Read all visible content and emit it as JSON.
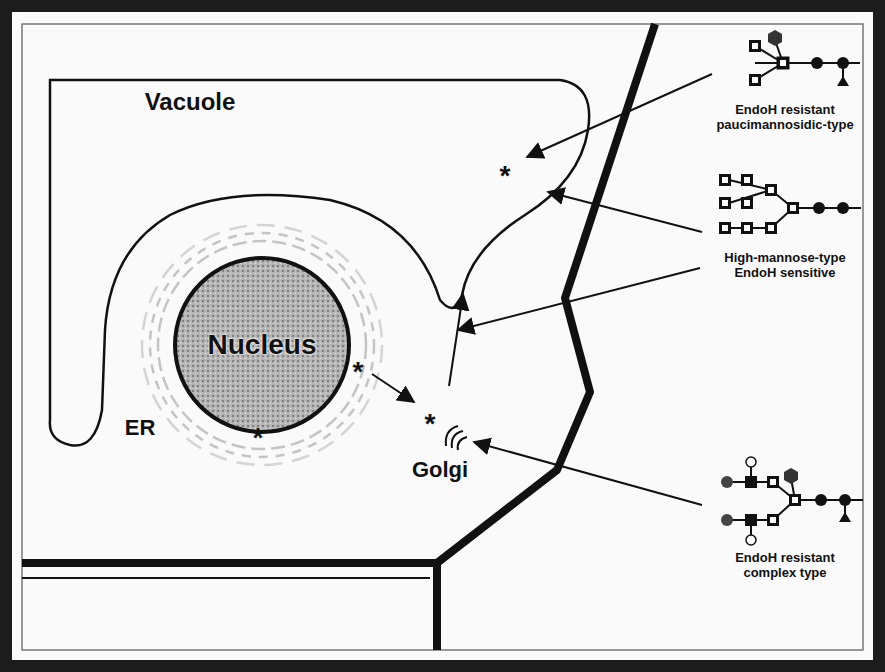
{
  "diagram": {
    "nodes": [
      {
        "text": [
          "Nucleus"
        ]
      }
    ],
    "labels": [
      "Vacuole",
      "ER",
      "Golgi",
      "*",
      "*",
      "*",
      "*",
      "EndoH resistant paucimannosidic-type",
      "High-mannose-type EndoH sensitive",
      "EndoH resistant complex type"
    ]
  }
}
